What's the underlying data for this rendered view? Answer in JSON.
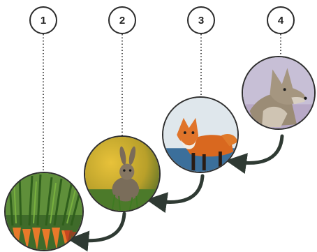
{
  "steps": [
    {
      "number": "1",
      "organism": "carrots-icon"
    },
    {
      "number": "2",
      "organism": "rabbit-icon"
    },
    {
      "number": "3",
      "organism": "red-fox-icon"
    },
    {
      "number": "4",
      "organism": "coyote-icon"
    }
  ],
  "colors": {
    "connector": "#2b2b2b",
    "arrow": "#2f3a33",
    "badge_border": "#2b2b2b"
  }
}
